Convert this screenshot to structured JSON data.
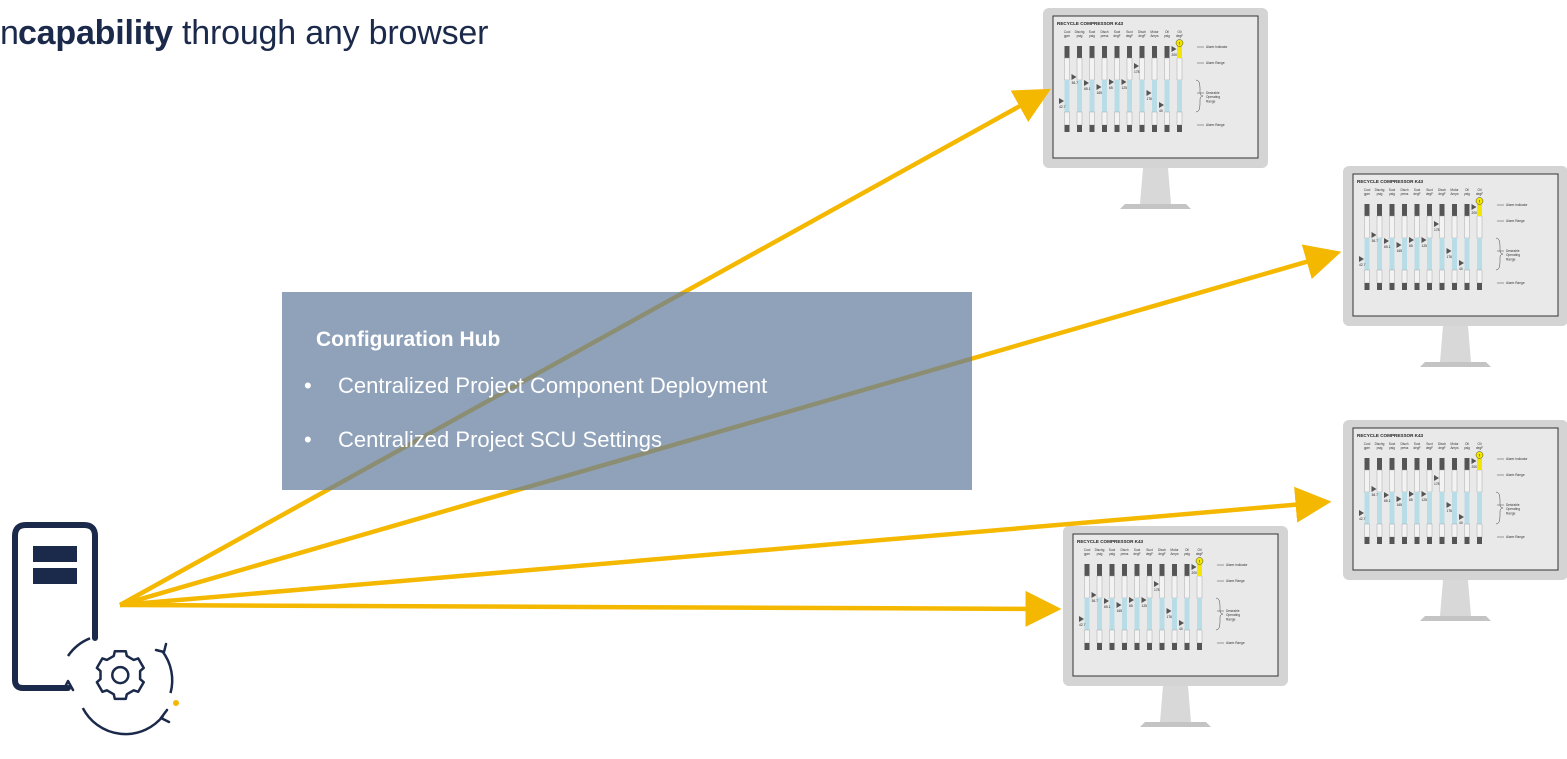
{
  "headline": {
    "prefix": "n",
    "bold": "capability",
    "rest": " through any browser"
  },
  "hub": {
    "title": "Configuration Hub",
    "items": [
      "Centralized Project Component Deployment",
      "Centralized Project SCU Settings"
    ]
  },
  "monitor": {
    "title": "RECYCLE COMPRESSOR K43",
    "columns": [
      "Cool gpm",
      "Dischg psig",
      "Suct psig",
      "Disch press",
      "Suct degF",
      "Suct degF",
      "Disch degF",
      "Motor Amps",
      "Oil psig",
      "Oil degF"
    ],
    "values": [
      "42.7",
      "36.7",
      "65.1",
      "165",
      "65",
      "125",
      "178",
      "176",
      "40",
      "200"
    ],
    "alarm_indicator": "Alarm Indicator",
    "alarm_range_top": "Alarm Range",
    "desirable_range": "Desirable Operating Range",
    "alarm_range_bottom": "Alarm Range",
    "alarm_symbol": "!"
  },
  "colors": {
    "arrow": "#f5b800",
    "hub_fill": "#647ea0",
    "icon": "#1b2a4a",
    "headline": "#1b2a4a"
  },
  "icons": [
    "server-icon",
    "gear-cycle-icon"
  ]
}
